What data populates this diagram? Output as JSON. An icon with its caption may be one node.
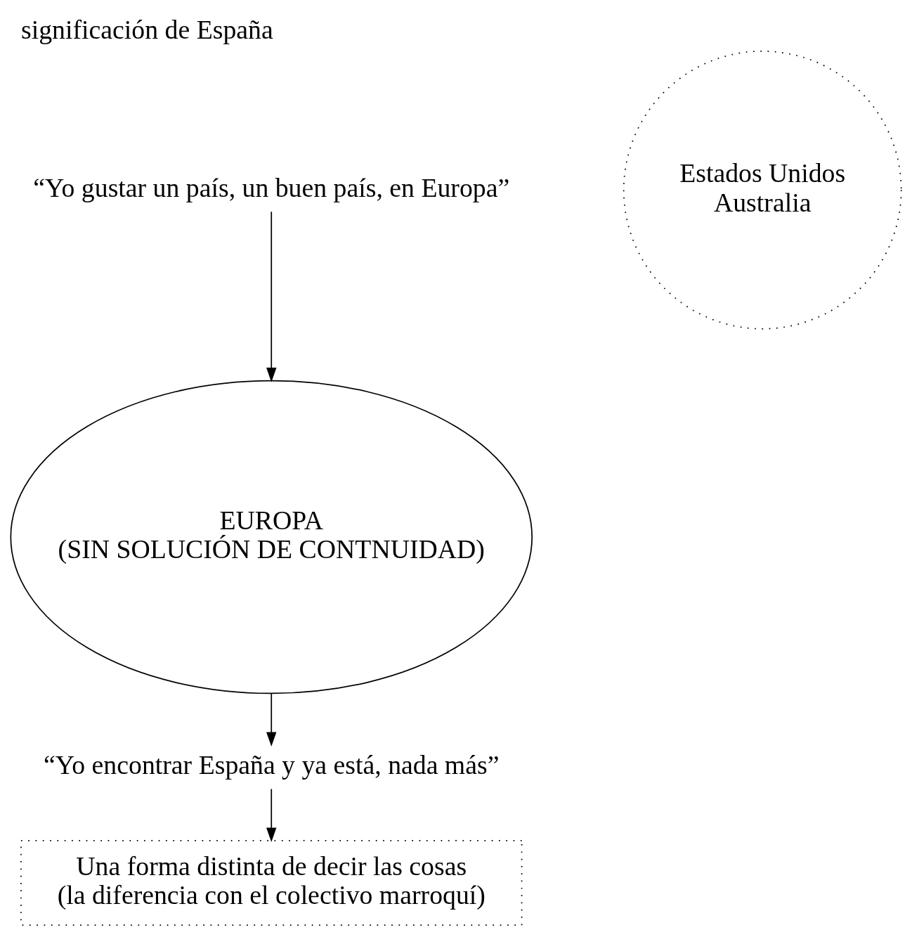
{
  "diagram": {
    "title": "significación de España",
    "nodes": [
      {
        "text": [
          "Estados Unidos",
          "Australia"
        ]
      },
      {
        "text": [
          "“Yo gustar un país, un buen país, en Europa”"
        ]
      },
      {
        "text": [
          "EUROPA",
          "(SIN SOLUCIÓN DE CONTNUIDAD)"
        ]
      },
      {
        "text": [
          "“Yo encontrar España y ya está, nada más”"
        ]
      },
      {
        "text": [
          "Una forma distinta de decir las cosas",
          "(la diferencia con el colectivo marroquí)"
        ]
      }
    ],
    "edges": [
      {
        "from": 1,
        "to": 2,
        "arrow": "to"
      },
      {
        "from": 2,
        "to": 3,
        "arrow": "to"
      },
      {
        "from": 3,
        "to": 4,
        "arrow": "to"
      }
    ]
  }
}
